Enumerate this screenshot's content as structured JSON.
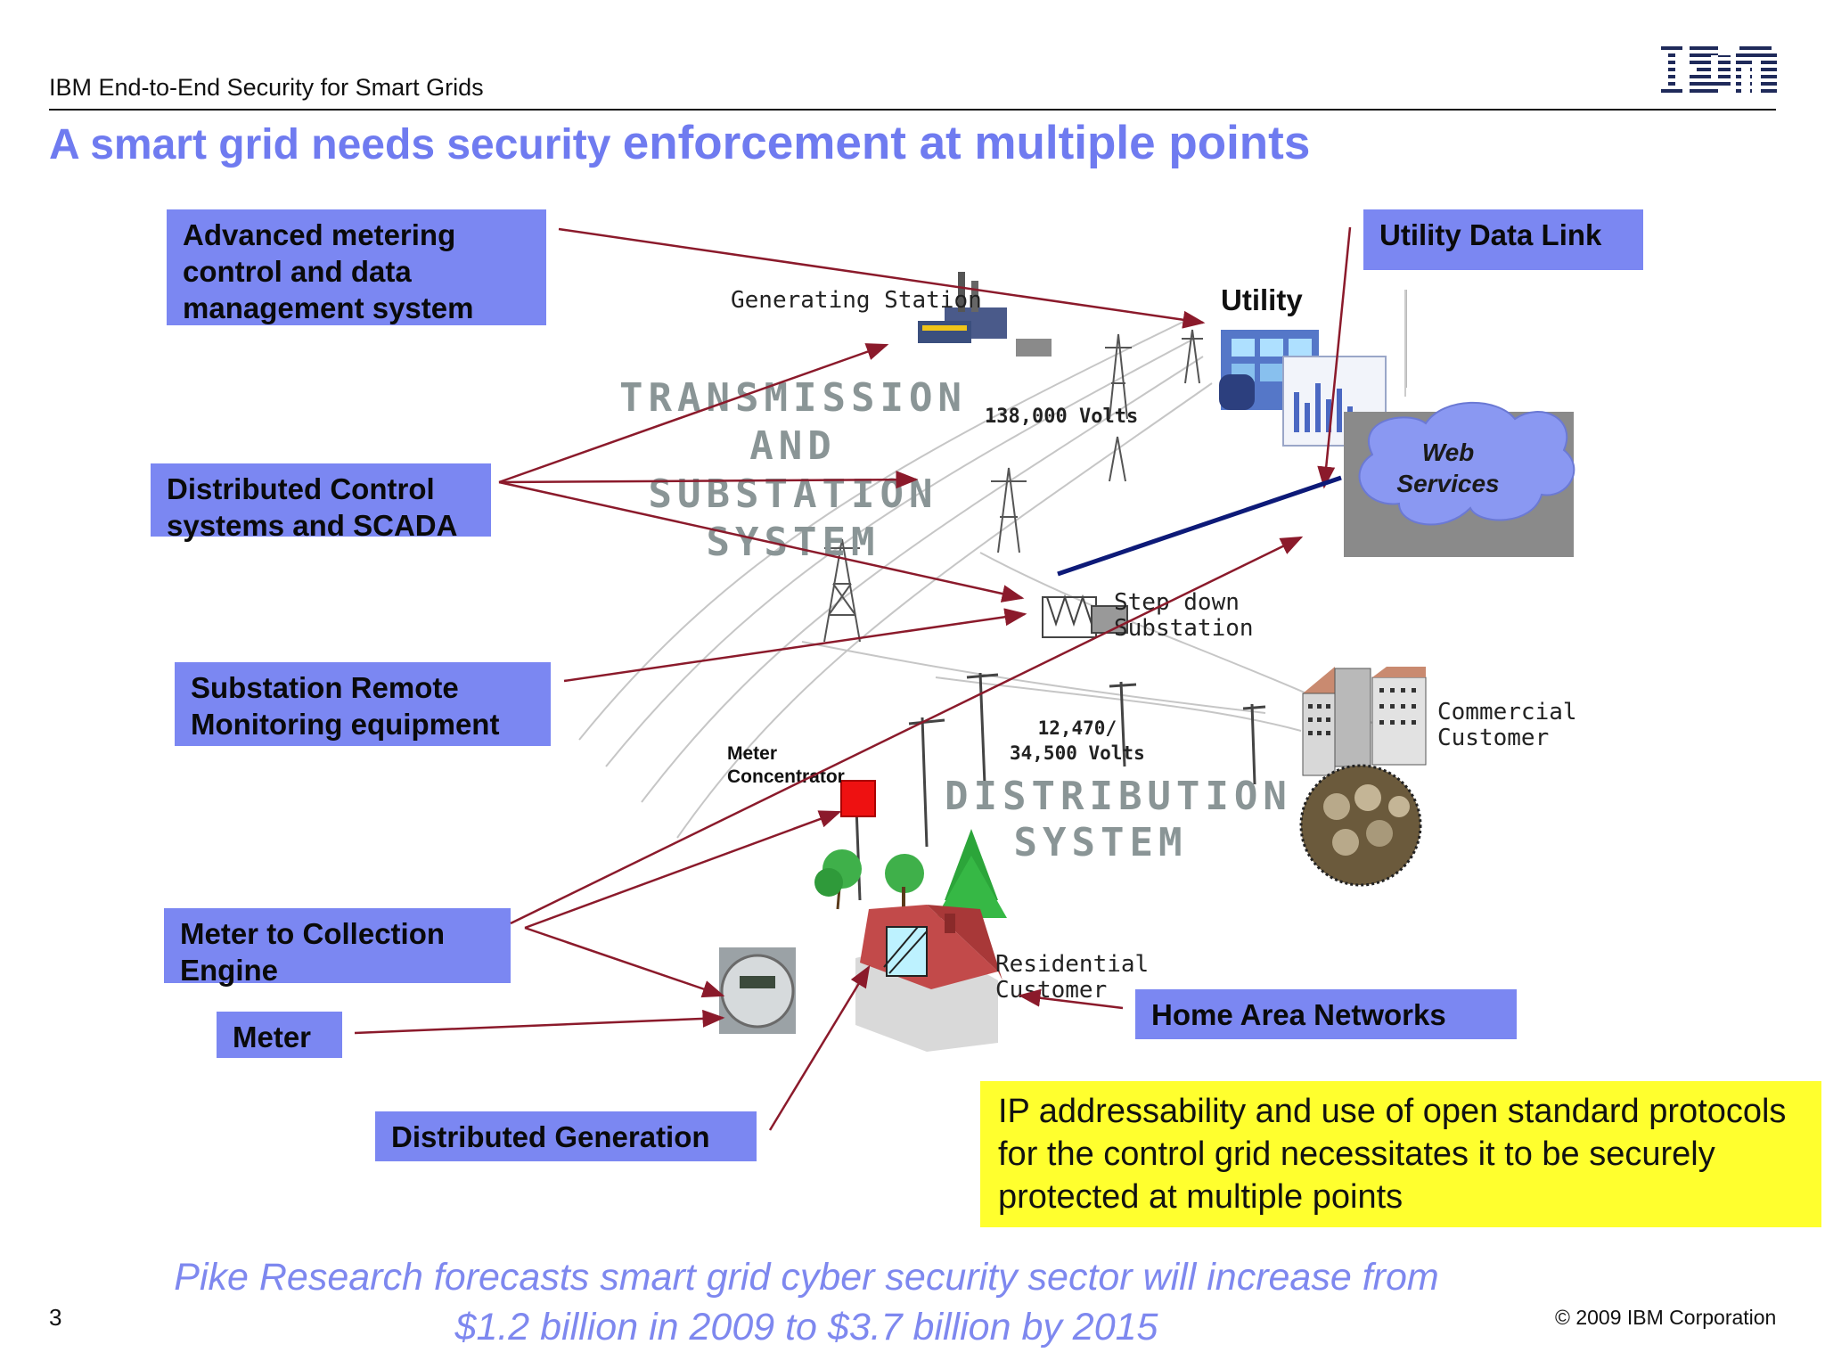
{
  "header": {
    "title": "IBM End-to-End Security for Smart Grids",
    "logo_text": "IBM"
  },
  "main_title": {
    "part1": "A smart grid needs security ",
    "part2": "enforcement at multiple points"
  },
  "callouts": {
    "advanced_metering": "Advanced metering control and data management system",
    "dcs_scada": "Distributed Control systems and SCADA",
    "substation_remote": "Substation Remote Monitoring equipment",
    "meter_collection": "Meter to Collection Engine",
    "meter": "Meter",
    "distributed_generation": "Distributed Generation",
    "utility_data_link": "Utility Data Link",
    "home_area_networks": "Home Area Networks"
  },
  "diagram_labels": {
    "generating_station": "Generating Station",
    "transmission": [
      "TRANSMISSION",
      "AND SUBSTATION",
      "SYSTEM"
    ],
    "volts_138": "138,000 Volts",
    "utility": "Utility",
    "web_services": [
      "Web",
      "Services"
    ],
    "step_down": [
      "Step down",
      "Substation"
    ],
    "volts_dist": [
      "12,470/",
      "34,500 Volts"
    ],
    "distribution": [
      "DISTRIBUTION",
      "SYSTEM"
    ],
    "commercial": [
      "Commercial",
      "Customer"
    ],
    "meter_concentrator": [
      "Meter",
      "Concentrator"
    ],
    "residential": [
      "Residential",
      "Customer"
    ]
  },
  "info_box": "IP addressability and use of open standard protocols for the control grid necessitates it to be securely protected at multiple points",
  "footer": {
    "note_line1": "Pike Research forecasts smart grid cyber security sector will increase from",
    "note_line2": "$1.2 billion in 2009 to $3.7 billion by 2015",
    "page_number": "3",
    "copyright": "© 2009 IBM Corporation"
  },
  "colors": {
    "title_blue": "#6f7bf0",
    "callout_blue": "#7b87f2",
    "arrow_red": "#8b1a2b",
    "link_navy": "#0d1a78",
    "highlight_yellow": "#ffff2e"
  }
}
